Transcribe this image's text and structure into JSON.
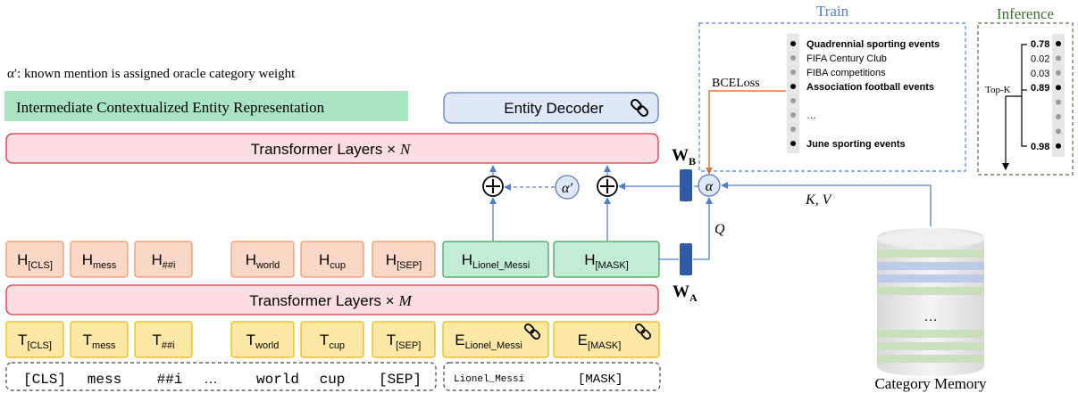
{
  "legend": {
    "alpha_prime_note": "α′: known mention is assigned oracle category weight",
    "intermediate_rep": "Intermediate Contextualized Entity Representation"
  },
  "decoder": {
    "label": "Entity Decoder"
  },
  "transformer_top": {
    "label": "Transformer Layers ×",
    "var": "N"
  },
  "transformer_bottom": {
    "label": "Transformer Layers ×",
    "var": "M"
  },
  "hidden_tokens": [
    {
      "base": "H",
      "sub": "[CLS]"
    },
    {
      "base": "H",
      "sub": "mess"
    },
    {
      "base": "H",
      "sub": "##i"
    },
    {
      "base": "H",
      "sub": "world"
    },
    {
      "base": "H",
      "sub": "cup"
    },
    {
      "base": "H",
      "sub": "[SEP]"
    },
    {
      "base": "H",
      "sub": "Lionel_Messi"
    },
    {
      "base": "H",
      "sub": "[MASK]"
    }
  ],
  "input_embeddings": [
    {
      "base": "T",
      "sub": "[CLS]"
    },
    {
      "base": "T",
      "sub": "mess"
    },
    {
      "base": "T",
      "sub": "##i"
    },
    {
      "base": "T",
      "sub": "world"
    },
    {
      "base": "T",
      "sub": "cup"
    },
    {
      "base": "T",
      "sub": "[SEP]"
    },
    {
      "base": "E",
      "sub": "Lionel_Messi"
    },
    {
      "base": "E",
      "sub": "[MASK]"
    }
  ],
  "input_text": {
    "words": [
      "[CLS]",
      "mess",
      "##i",
      "…",
      "world",
      "cup",
      "[SEP]"
    ],
    "entity_words": [
      "Lionel_Messi",
      "[MASK]"
    ]
  },
  "weights": {
    "wa": "W",
    "wa_sub": "A",
    "wb": "W",
    "wb_sub": "B",
    "alpha": "α",
    "alpha_prime": "α′",
    "q": "Q",
    "kv": "K, V"
  },
  "train": {
    "title": "Train",
    "loss": "BCELoss",
    "categories": [
      {
        "text": "Quadrennial sporting events",
        "bold": true
      },
      {
        "text": "FIFA Century Club",
        "bold": false
      },
      {
        "text": "FIBA competitions",
        "bold": false
      },
      {
        "text": "Association football events",
        "bold": true
      },
      {
        "text": "",
        "bold": false
      },
      {
        "text": "…",
        "bold": false
      },
      {
        "text": "",
        "bold": false
      },
      {
        "text": "June sporting events",
        "bold": true
      }
    ]
  },
  "inference": {
    "title": "Inference",
    "topk": "Top-K",
    "scores": [
      {
        "text": "0.78",
        "bold": true
      },
      {
        "text": "0.02",
        "bold": false
      },
      {
        "text": "0.03",
        "bold": false
      },
      {
        "text": "0.89",
        "bold": true
      },
      {
        "text": "",
        "bold": false
      },
      {
        "text": "",
        "bold": false
      },
      {
        "text": "",
        "bold": false
      },
      {
        "text": "0.98",
        "bold": true
      }
    ]
  },
  "memory": {
    "label": "Category Memory",
    "ellipsis": "…"
  },
  "colors": {
    "pink_fill": "#fbdde3",
    "pink_stroke": "#e0303d",
    "orange_fill": "#fbd8c6",
    "orange_stroke": "#e8956b",
    "yellow_fill": "#fde8a6",
    "yellow_stroke": "#e8b700",
    "green_fill": "#c3ecd6",
    "green_stroke": "#3a9c5a",
    "blue_fill": "#dfe8f6",
    "blue_stroke": "#5d7dbf",
    "arrow_blue": "#4f7fd0",
    "orange_arrow": "#e8782e",
    "dark_blue": "#2e5aa8"
  }
}
